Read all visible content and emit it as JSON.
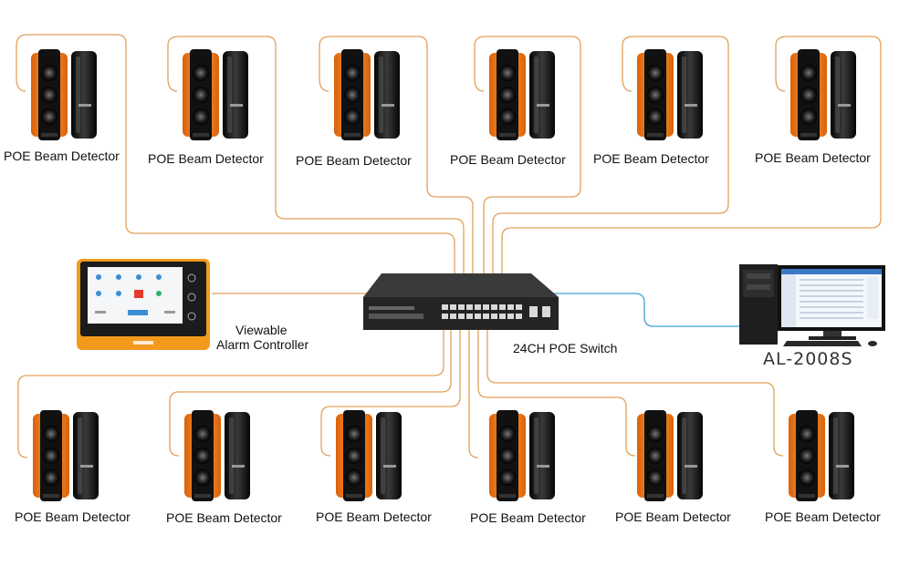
{
  "detector_label": "POE Beam Detector",
  "top_detectors": [
    {
      "label": "POE Beam Detector"
    },
    {
      "label": "POE Beam Detector"
    },
    {
      "label": "POE Beam Detector"
    },
    {
      "label": "POE Beam Detector"
    },
    {
      "label": "POE Beam Detector"
    },
    {
      "label": "POE Beam Detector"
    }
  ],
  "bottom_detectors": [
    {
      "label": "POE Beam Detector"
    },
    {
      "label": "POE Beam Detector"
    },
    {
      "label": "POE Beam Detector"
    },
    {
      "label": "POE Beam Detector"
    },
    {
      "label": "POE Beam Detector"
    },
    {
      "label": "POE Beam Detector"
    }
  ],
  "controller": {
    "label_line1": "Viewable",
    "label_line2": "Alarm Controller"
  },
  "switch": {
    "label": "24CH POE Switch"
  },
  "computer": {
    "label": "AL-2008S"
  },
  "colors": {
    "cable": "#e3a05a",
    "network_cable": "#3fa2d2",
    "detector_orange": "#f07a16",
    "detector_black": "#151515",
    "controller_orange": "#f39a1c",
    "switch_body": "#2c2c2c"
  }
}
